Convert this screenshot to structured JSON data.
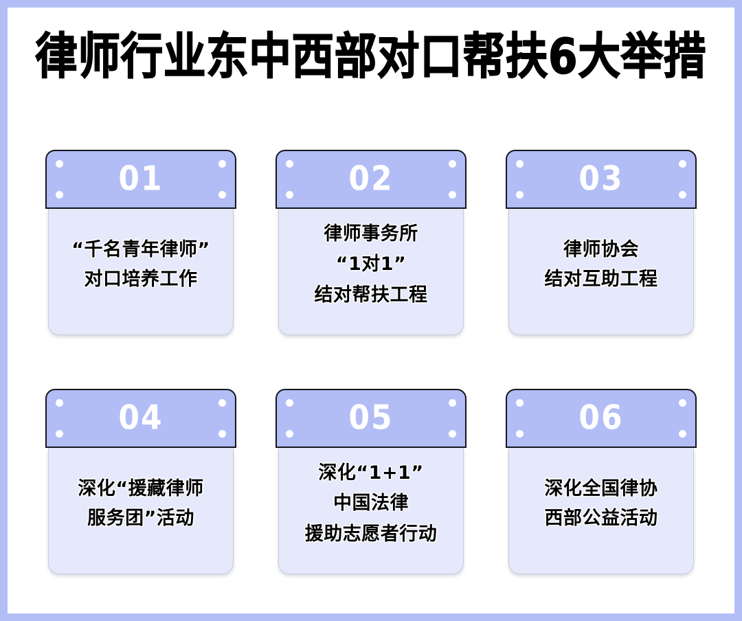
{
  "page": {
    "title": "律师行业东中西部对口帮扶6大举措",
    "frame_color": "#b3bef7",
    "background_color": "#ffffff"
  },
  "theme": {
    "header_fill": "#b2bdf6",
    "header_border": "#15151c",
    "body_fill": "#e6e9fb",
    "body_border": "#c9cbd6",
    "number_color": "#ffffff",
    "text_color": "#000000"
  },
  "cards": [
    {
      "number": "01",
      "lines": [
        "“千名青年律师”",
        "对口培养工作"
      ]
    },
    {
      "number": "02",
      "lines": [
        "律师事务所",
        "“1对1”",
        "结对帮扶工程"
      ]
    },
    {
      "number": "03",
      "lines": [
        "律师协会",
        "结对互助工程"
      ]
    },
    {
      "number": "04",
      "lines": [
        "深化“援藏律师",
        "服务团”活动"
      ]
    },
    {
      "number": "05",
      "lines": [
        "深化“1+1”",
        "中国法律",
        "援助志愿者行动"
      ]
    },
    {
      "number": "06",
      "lines": [
        "深化全国律协",
        "西部公益活动"
      ]
    }
  ]
}
